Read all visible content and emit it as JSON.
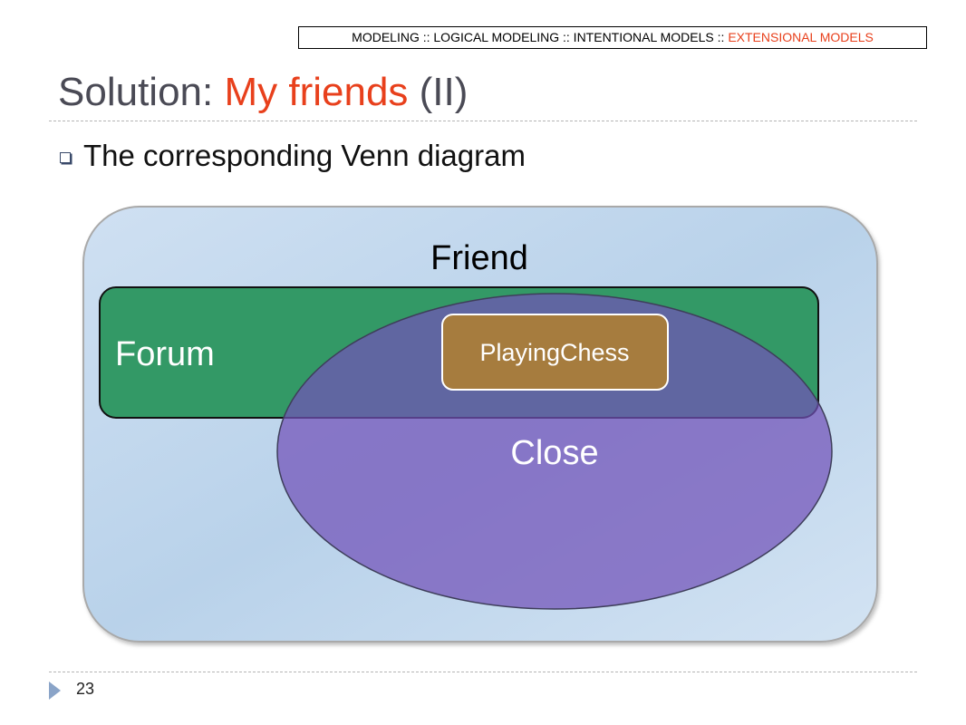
{
  "breadcrumb": {
    "prefix": "MODELING ::  LOGICAL MODELING :: INTENTIONAL MODELS :: ",
    "active": "EXTENSIONAL MODELS"
  },
  "title": {
    "lead": "Solution: ",
    "accent": "My friends",
    "tail": " (II)"
  },
  "bullet": {
    "text": "The corresponding Venn diagram"
  },
  "diagram": {
    "friend_label": "Friend",
    "forum_label": "Forum",
    "playingchess_label": "PlayingChess",
    "close_label": "Close"
  },
  "footer": {
    "page_number": "23"
  },
  "colors": {
    "accent": "#e8401c",
    "friend_fill": "#bcd3ea",
    "forum_fill": "#339966",
    "close_fill": "#9b82c9",
    "playingchess_fill": "#a67c3e"
  }
}
